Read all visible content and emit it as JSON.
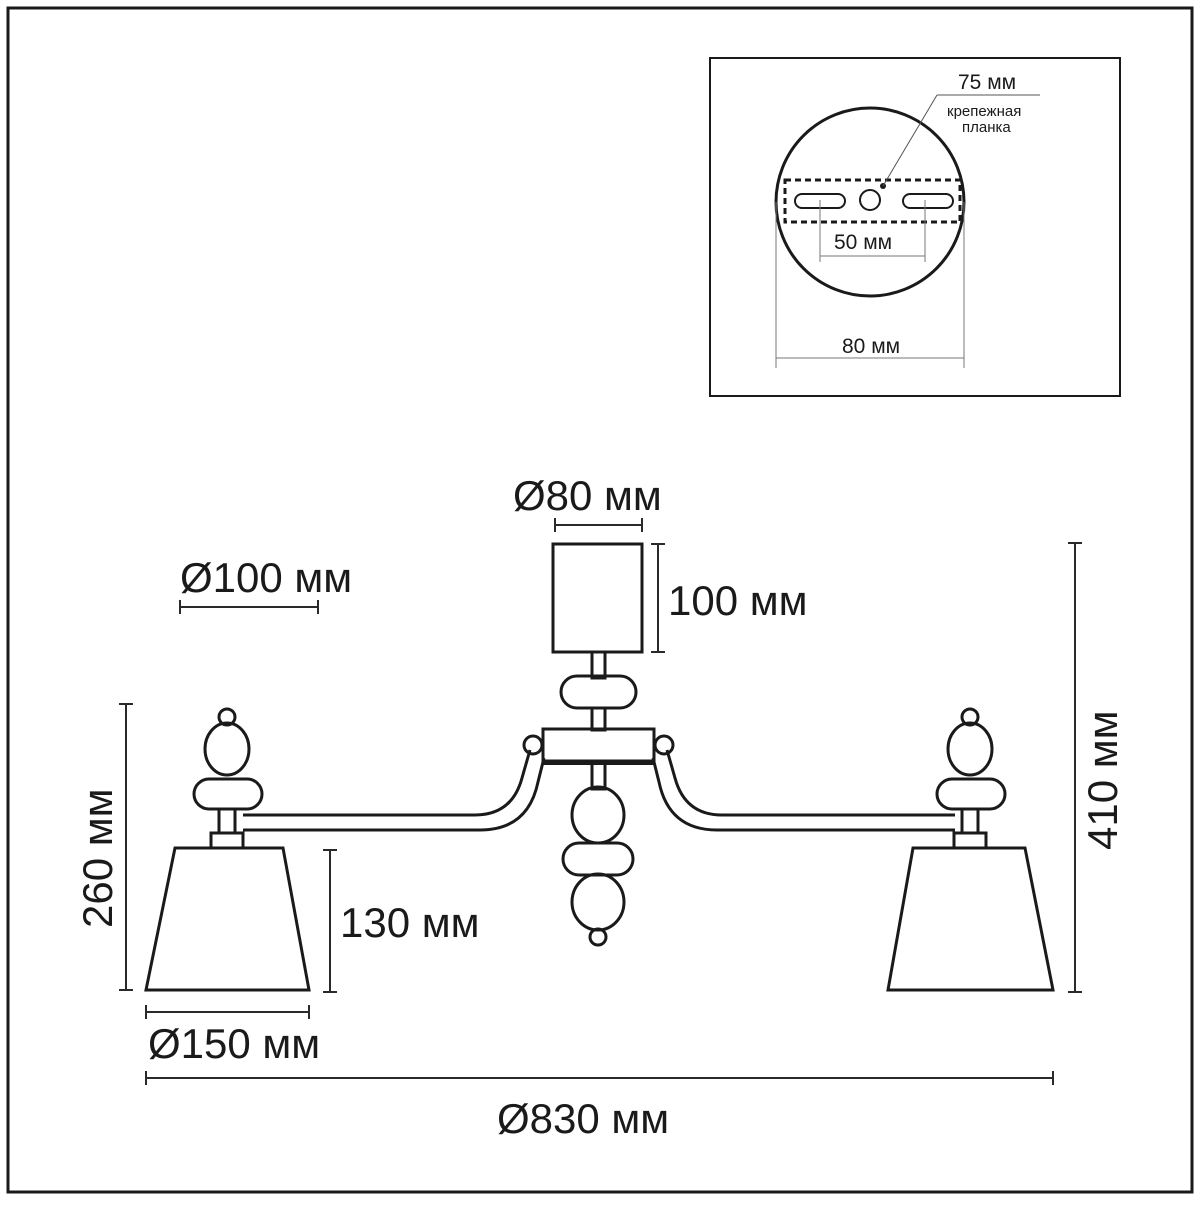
{
  "mount_detail": {
    "plate_length": "75 мм",
    "plate_caption_line1": "крепежная",
    "plate_caption_line2": "планка",
    "slot_spacing": "50 мм",
    "base_diameter": "80 мм"
  },
  "dimensions": {
    "canopy_diameter": "Ø80 мм",
    "canopy_height": "100 мм",
    "shade_top_diameter": "Ø100 мм",
    "arm_height": "260 мм",
    "shade_height": "130 мм",
    "shade_bottom_diameter": "Ø150 мм",
    "total_height": "410 мм",
    "total_width": "Ø830 мм"
  },
  "colors": {
    "line": "#1a1a1a",
    "dimension": "#2a2a2a",
    "background": "#ffffff"
  }
}
